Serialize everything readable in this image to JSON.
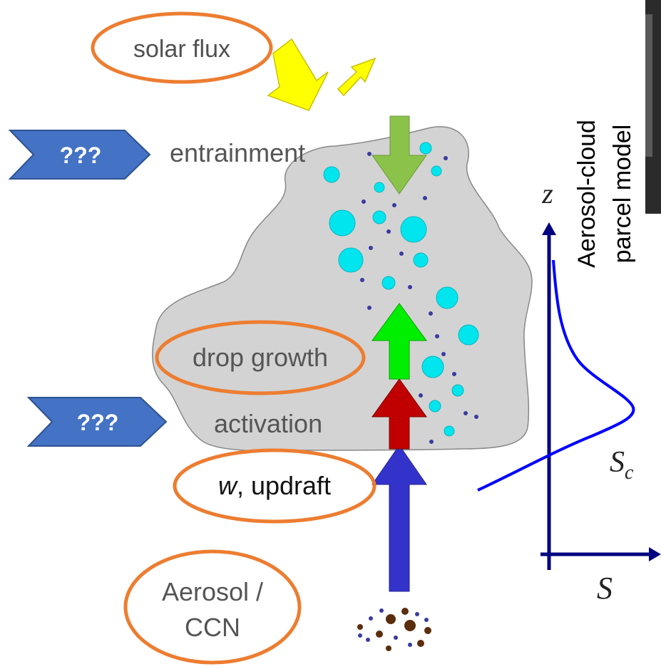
{
  "labels": {
    "solar_flux": "solar flux",
    "entrainment": "entrainment",
    "drop_growth": "drop growth",
    "activation": "activation",
    "updraft_w": "w",
    "updraft_rest": ", updraft",
    "aerosol_line1": "Aerosol /",
    "aerosol_line2": "CCN",
    "unknown_top": "???",
    "unknown_bottom": "???"
  },
  "model": {
    "title_line1": "Aerosol-cloud",
    "title_line2": "parcel model"
  },
  "axes": {
    "y_label": "z",
    "x_label": "S",
    "curve_label_main": "S",
    "curve_label_sub": "c"
  },
  "colors": {
    "cloud": "#d3d3d3",
    "droplet": "#00e5ee",
    "solar_arrow": "#ffff00",
    "entrainment_arrow": "#8bc34a",
    "growth_arrow": "#00ee00",
    "activation_arrow": "#c00000",
    "updraft_arrow": "#3333cc",
    "highlight_ellipse": "#ed7d31",
    "chevron": "#4472c4",
    "axis": "#000080",
    "curve": "#0000ff",
    "aerosol_particle": "#5a2d0c"
  }
}
